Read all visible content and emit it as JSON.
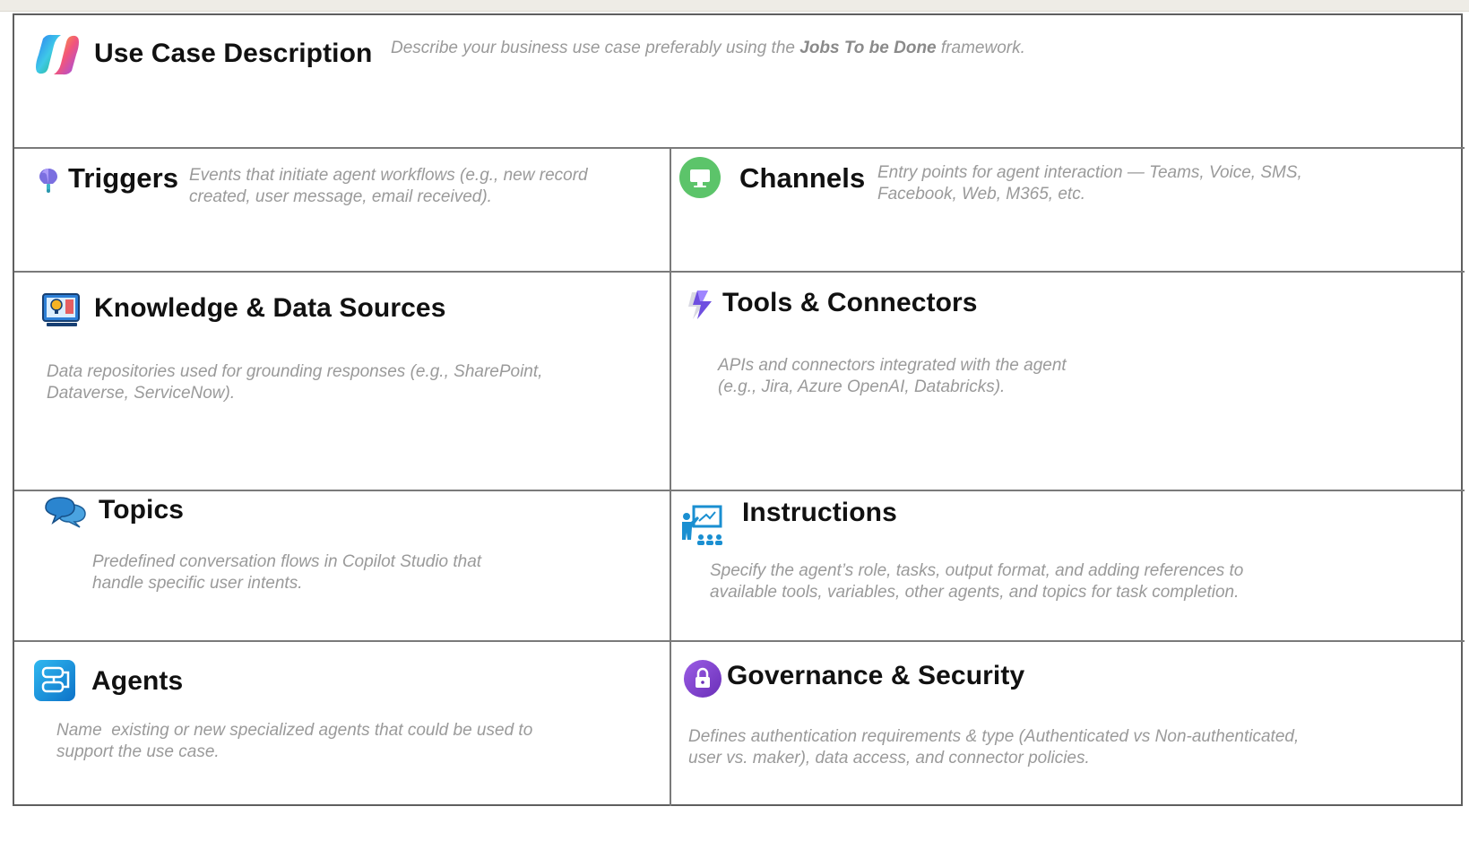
{
  "use_case": {
    "title": "Use Case Description",
    "desc_prefix": "Describe your business use case preferably using the ",
    "desc_emphasis": "Jobs To be Done",
    "desc_suffix": " framework."
  },
  "triggers": {
    "title": "Triggers",
    "desc_line1": "Events that initiate agent workflows (e.g., new record",
    "desc_line2": "created, user message, email received)."
  },
  "channels": {
    "title": "Channels",
    "desc_line1": "Entry points for agent interaction — Teams, Voice, SMS,",
    "desc_line2": "Facebook, Web, M365, etc."
  },
  "knowledge": {
    "title": "Knowledge & Data Sources",
    "desc_line1": "Data repositories used for grounding responses (e.g., SharePoint,",
    "desc_line2": "Dataverse, ServiceNow)."
  },
  "tools": {
    "title": "Tools & Connectors",
    "desc_line1": "APIs and connectors integrated with the agent",
    "desc_line2": "(e.g., Jira, Azure OpenAI, Databricks)."
  },
  "topics": {
    "title": "Topics",
    "desc_line1": "Predefined conversation flows in Copilot Studio that",
    "desc_line2": "handle specific user intents."
  },
  "instructions": {
    "title": "Instructions",
    "desc_line1": "Specify the agent’s role, tasks, output format, and adding references to",
    "desc_line2": "available tools, variables, other agents, and topics for task completion."
  },
  "agents": {
    "title": "Agents",
    "desc_line1": "Name  existing or new specialized agents that could be used to",
    "desc_line2": "support the use case."
  },
  "governance": {
    "title": "Governance & Security",
    "desc_line1": "Defines authentication requirements & type (Authenticated vs Non-authenticated,",
    "desc_line2": "user vs. maker), data access, and connector policies."
  },
  "icons": {
    "copilot": "copilot-logo-icon",
    "triggers": "lightbulb-pin-icon",
    "channels": "monitor-circle-icon",
    "knowledge": "knowledge-screen-icon",
    "tools": "lightning-bolt-icon",
    "topics": "chat-bubbles-icon",
    "instructions": "presenter-board-icon",
    "agents": "agent-flow-icon",
    "governance": "lock-circle-icon"
  },
  "colors": {
    "grid": "#7a7a7a",
    "description": "#9a9a9a",
    "title": "#111111",
    "channels_green": "#5cc46a",
    "governance_purple": "#7b3fc4",
    "agents_blue": "#1e9be0",
    "instructions_blue": "#1a8fd1"
  }
}
